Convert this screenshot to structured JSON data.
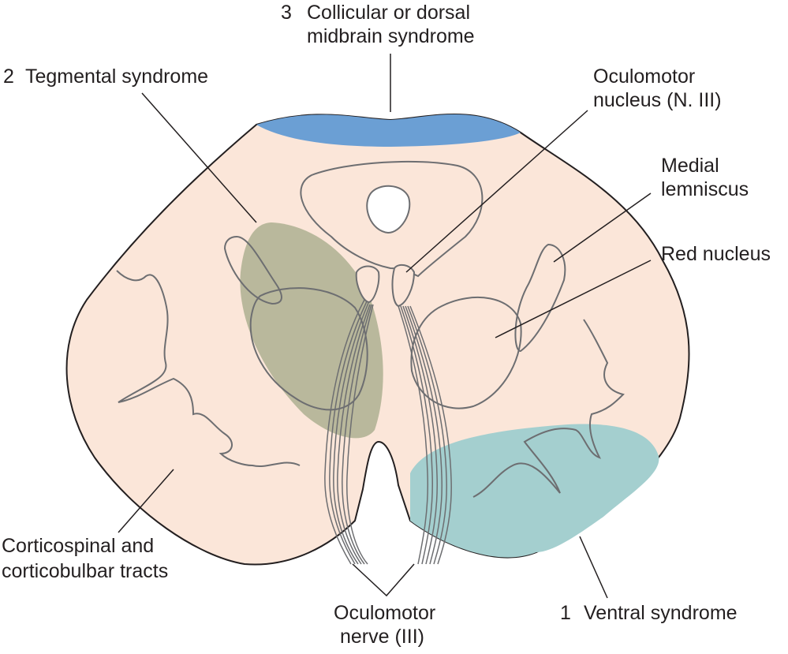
{
  "colors": {
    "section_fill": "#fbe6d9",
    "outline": "#231f20",
    "internal_structure": "#6d6e71",
    "dorsal_syndrome": "#6b9fd4",
    "tegmental_syndrome": "#a9ac8c",
    "ventral_syndrome": "#a4cfcf"
  },
  "labels": {
    "collicular": {
      "number": "3",
      "line1": "Collicular or dorsal",
      "line2": "midbrain syndrome"
    },
    "tegmental": {
      "number": "2",
      "text": "Tegmental syndrome"
    },
    "oculomotor_nucleus": {
      "line1": "Oculomotor",
      "line2": "nucleus (N. III)"
    },
    "medial_lemniscus": {
      "line1": "Medial",
      "line2": "lemniscus"
    },
    "red_nucleus": {
      "text": "Red nucleus"
    },
    "corticospinal": {
      "line1": "Corticospinal and",
      "line2": "corticobulbar tracts"
    },
    "oculomotor_nerve": {
      "line1": "Oculomotor",
      "line2": "nerve (III)"
    },
    "ventral": {
      "number": "1",
      "text": "Ventral syndrome"
    }
  }
}
